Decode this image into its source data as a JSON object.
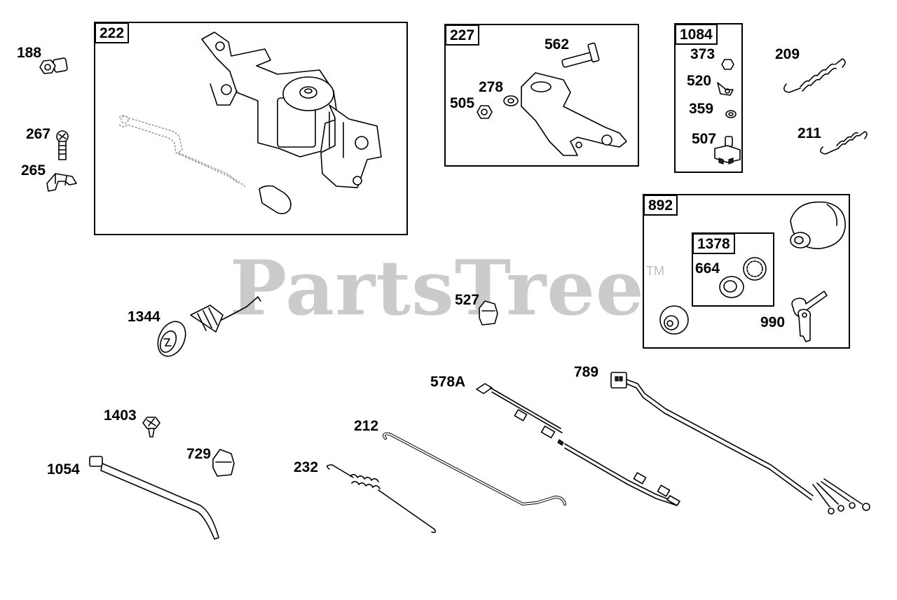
{
  "watermark": {
    "text": "PartsTree",
    "tm": "TM"
  },
  "groups": [
    {
      "id": "g222",
      "label": "222"
    },
    {
      "id": "g227",
      "label": "227"
    },
    {
      "id": "g1084",
      "label": "1084"
    },
    {
      "id": "g892",
      "label": "892"
    },
    {
      "id": "g1378",
      "label": "1378"
    }
  ],
  "callouts": {
    "c188": "188",
    "c267": "267",
    "c265": "265",
    "c562": "562",
    "c278": "278",
    "c505": "505",
    "c373": "373",
    "c520": "520",
    "c359": "359",
    "c507": "507",
    "c209": "209",
    "c211": "211",
    "c664": "664",
    "c990": "990",
    "c1344": "1344",
    "c527": "527",
    "c578A": "578A",
    "c789": "789",
    "c1403": "1403",
    "c729": "729",
    "c1054": "1054",
    "c212": "212",
    "c232": "232"
  }
}
